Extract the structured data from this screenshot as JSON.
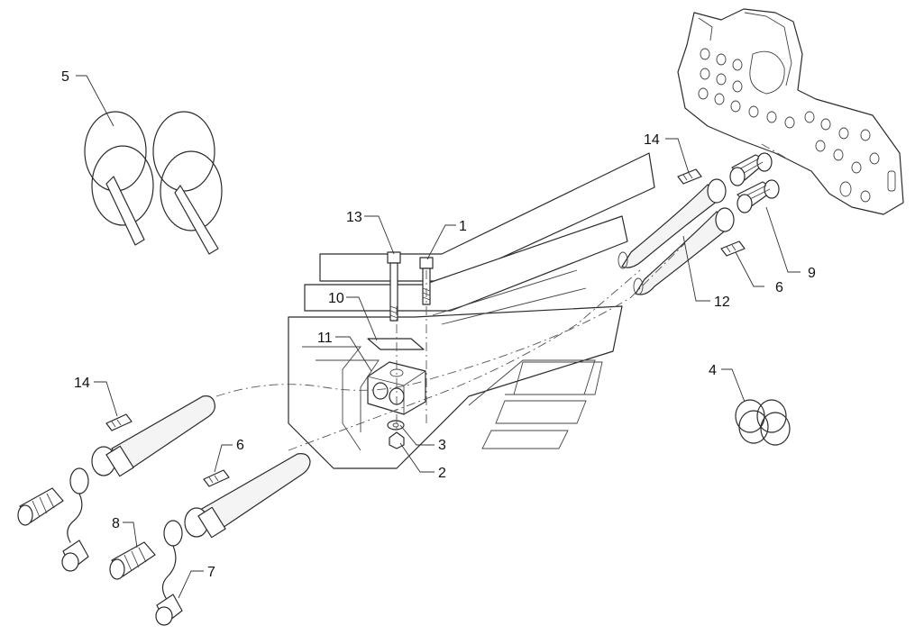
{
  "labels": {
    "l1": "1",
    "l2": "2",
    "l3": "3",
    "l4": "4",
    "l5": "5",
    "l6a": "6",
    "l6b": "6",
    "l7": "7",
    "l8": "8",
    "l9": "9",
    "l10": "10",
    "l11": "11",
    "l12": "12",
    "l13": "13",
    "l14a": "14",
    "l14b": "14"
  }
}
